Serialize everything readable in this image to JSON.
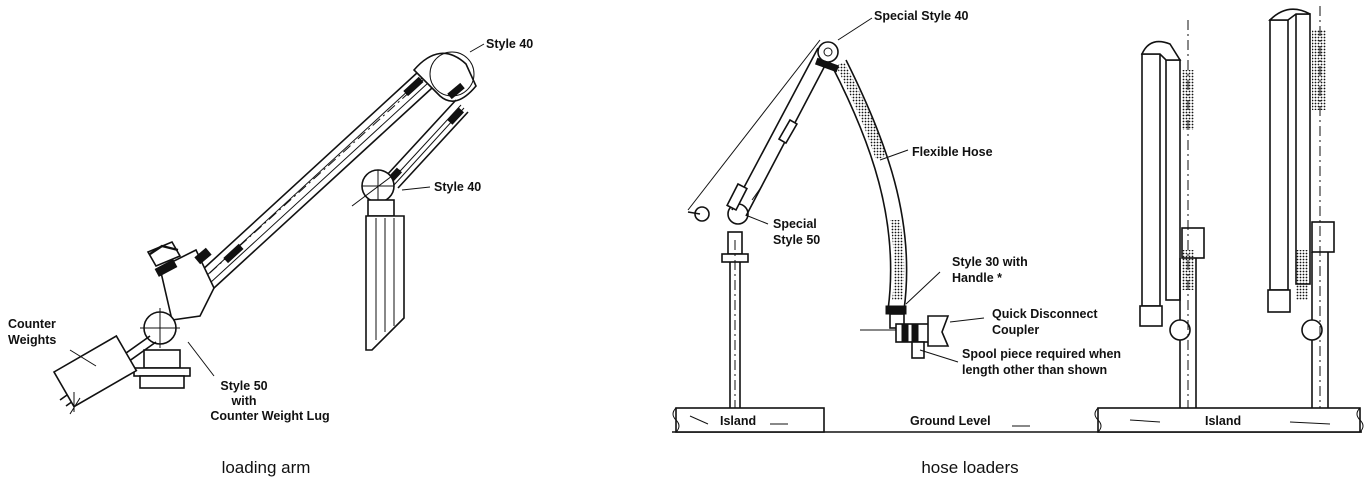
{
  "loading_arm": {
    "caption": "loading arm",
    "labels": {
      "style40_top": "Style 40",
      "style40_mid": "Style 40",
      "counter_weights_1": "Counter",
      "counter_weights_2": "Weights",
      "style50_1": "Style 50",
      "style50_2": "with",
      "style50_3": "Counter Weight Lug"
    }
  },
  "hose_loaders": {
    "caption": "hose loaders",
    "labels": {
      "special_style40": "Special Style 40",
      "flexible_hose": "Flexible Hose",
      "special_style50_1": "Special",
      "special_style50_2": "Style 50",
      "style30_1": "Style 30 with",
      "style30_2": "Handle *",
      "quick_disconnect_1": "Quick Disconnect",
      "quick_disconnect_2": "Coupler",
      "spool_1": "Spool piece required when",
      "spool_2": "length other than shown",
      "island_left": "Island",
      "ground_level": "Ground Level",
      "island_right": "Island"
    }
  }
}
